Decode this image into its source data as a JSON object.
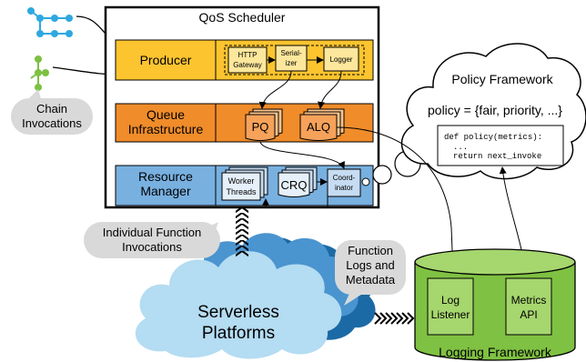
{
  "scheduler": {
    "title": "QoS Scheduler",
    "producer": {
      "label": "Producer",
      "components": {
        "http": [
          "HTTP",
          "Gateway"
        ],
        "serializer": [
          "Serial-",
          "izer"
        ],
        "logger": "Logger"
      }
    },
    "queue": {
      "label": [
        "Queue",
        "Infrastructure"
      ],
      "pq": "PQ",
      "alq": "ALQ"
    },
    "resource": {
      "label": [
        "Resource",
        "Manager"
      ],
      "workers": [
        "Worker",
        "Threads"
      ],
      "crq": "CRQ",
      "coordinator": [
        "Coord-",
        "inator"
      ]
    }
  },
  "chain_invocations": [
    "Chain",
    "Invocations"
  ],
  "individual_invocations": [
    "Individual Function",
    "Invocations"
  ],
  "serverless": [
    "Serverless",
    "Platforms"
  ],
  "function_logs": [
    "Function",
    "Logs and",
    "Metadata"
  ],
  "policy": {
    "title": "Policy Framework",
    "formula": "policy = {fair, priority, ...}",
    "code": [
      "def policy(metrics):",
      "...",
      "return next_invoke"
    ]
  },
  "logging": {
    "title": "Logging Framework",
    "log_listener": [
      "Log",
      "Listener"
    ],
    "metrics_api": [
      "Metrics",
      "API"
    ]
  },
  "colors": {
    "producer": "#fcc42f",
    "queue": "#f08c2a",
    "resource": "#78b0e0",
    "logging": "#7fc142",
    "cloud_light": "#b4dcf2",
    "cloud_dark": "#1b6aa5",
    "chain_icon_blue": "#2fa8e0",
    "chain_icon_green": "#7cc142",
    "bubble": "#d9d9d9"
  }
}
